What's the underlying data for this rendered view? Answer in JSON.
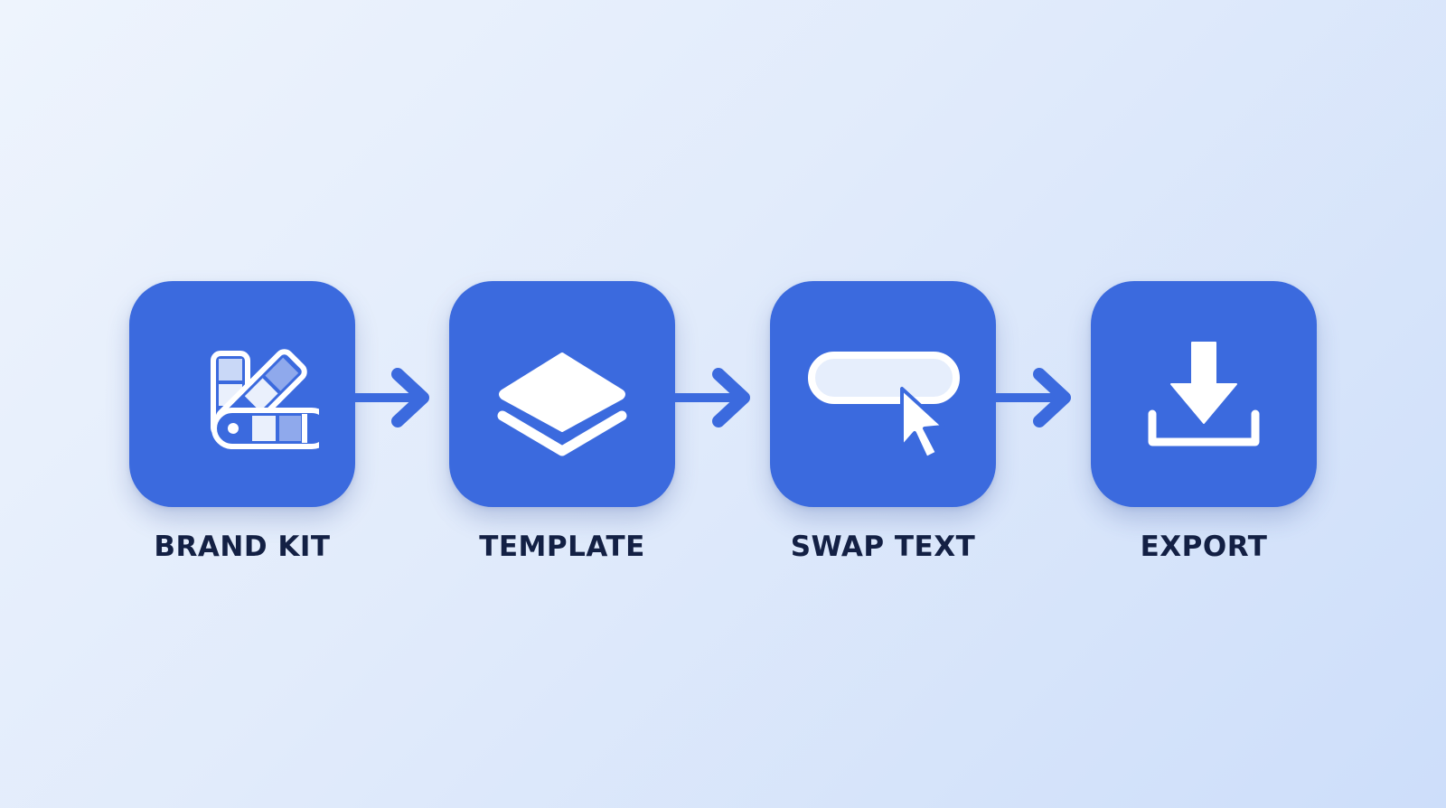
{
  "flow": {
    "steps": [
      {
        "label": "BRAND KIT",
        "icon": "color-swatch-icon"
      },
      {
        "label": "TEMPLATE",
        "icon": "layers-icon"
      },
      {
        "label": "SWAP TEXT",
        "icon": "text-field-cursor-icon"
      },
      {
        "label": "EXPORT",
        "icon": "download-icon"
      }
    ],
    "connector_icon": "arrow-right-icon"
  },
  "colors": {
    "tile": "#3b6ade",
    "arrow": "#3b6ade",
    "label": "#132044",
    "background_start": "#eef4fd",
    "background_end": "#cddefa"
  }
}
